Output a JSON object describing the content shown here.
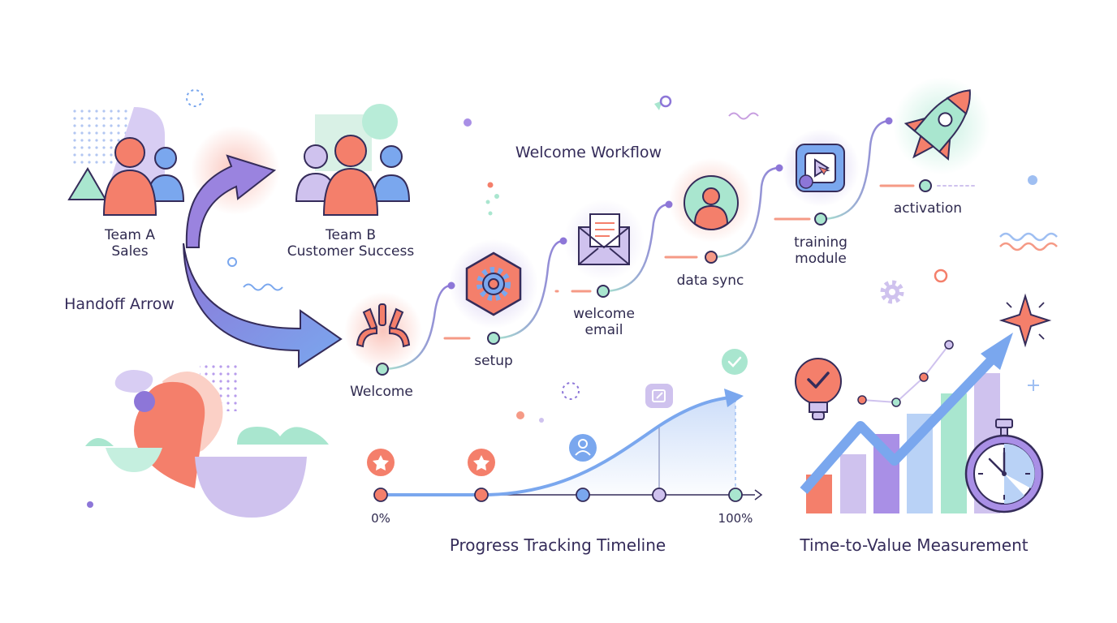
{
  "handoff": {
    "team_a": {
      "name": "Team A",
      "role": "Sales"
    },
    "team_b": {
      "name": "Team B",
      "role": "Customer Success"
    },
    "arrow_label": "Handoff Arrow"
  },
  "workflow": {
    "title": "Welcome Workflow",
    "steps": [
      {
        "label": "Welcome",
        "icon": "welcome-sparkle-icon"
      },
      {
        "label": "setup",
        "icon": "gear-icon"
      },
      {
        "label": "welcome email",
        "line1": "welcome",
        "line2": "email",
        "icon": "envelope-icon"
      },
      {
        "label": "data sync",
        "icon": "user-icon"
      },
      {
        "label": "training module",
        "line1": "training",
        "line2": "module",
        "icon": "video-play-icon"
      },
      {
        "label": "activation",
        "icon": "rocket-icon"
      }
    ]
  },
  "timeline": {
    "title": "Progress Tracking Timeline",
    "start_label": "0%",
    "end_label": "100%"
  },
  "ttv": {
    "title": "Time-to-Value Measurement"
  },
  "colors": {
    "coral": "#f47f6b",
    "purple": "#8d76d8",
    "lavender": "#cfc2ee",
    "blue": "#7aa7ee",
    "mint": "#a9e6cf",
    "navy": "#352c5a"
  }
}
